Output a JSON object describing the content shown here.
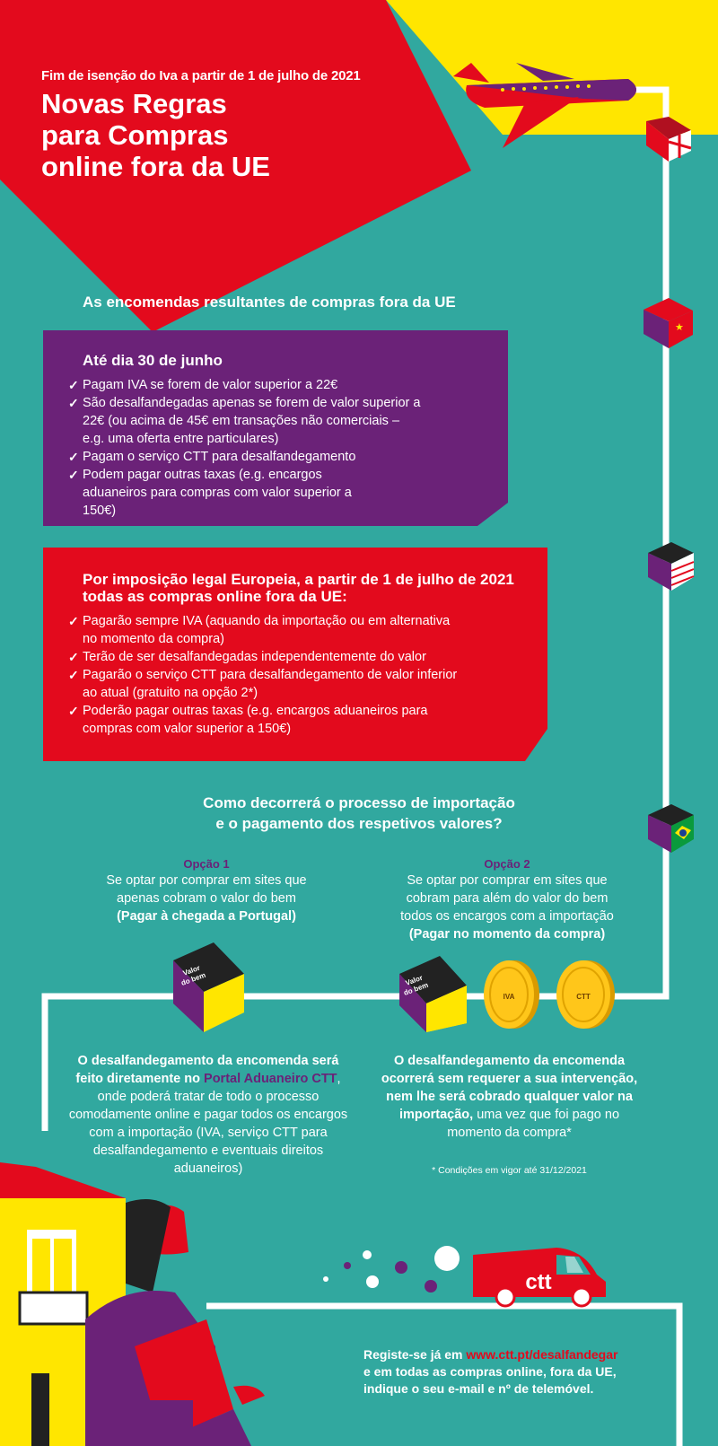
{
  "header": {
    "kicker": "Fim de isenção do Iva a partir de 1 de julho de 2021",
    "title_lines": [
      "Novas Regras",
      "para Compras",
      "online fora da UE"
    ]
  },
  "intro": "As encomendas resultantes de compras fora da UE",
  "box1": {
    "heading": "Até dia 30 de junho",
    "items": [
      "Pagam IVA se forem de valor superior a 22€",
      "São desalfandegadas apenas se forem de valor superior a 22€ (ou acima de 45€ em transações não comerciais – e.g. uma oferta entre particulares)",
      "Pagam o serviço CTT para desalfandegamento",
      "Podem pagar outras taxas (e.g. encargos aduaneiros para compras com valor superior a 150€)"
    ]
  },
  "box2": {
    "heading": "Por imposição legal Europeia, a partir de 1 de julho de 2021 todas as compras online fora da UE:",
    "items": [
      "Pagarão sempre IVA (aquando da importação ou em alternativa no momento da compra)",
      "Terão de ser desalfandegadas independentemente do valor",
      "Pagarão o serviço CTT para desalfandegamento de valor inferior ao atual (gratuito na opção 2*)",
      "Poderão pagar outras taxas (e.g. encargos aduaneiros para compras com valor superior a 150€)"
    ]
  },
  "question": {
    "line1": "Como decorrerá o processo de importação",
    "line2": "e o pagamento dos respetivos valores?"
  },
  "option1": {
    "label": "Opção 1",
    "line1": "Se optar por comprar em sites que",
    "line2": "apenas cobram o valor do bem",
    "bold": "(Pagar à chegada a Portugal)",
    "result_pre": "O desalfandegamento da encomenda será feito diretamente no",
    "result_link": "Portal Aduaneiro CTT",
    "result_post": ", onde poderá tratar de todo o processo comodamente online e pagar todos os encargos com a importação (IVA, serviço CTT para desalfandegamento e eventuais direitos aduaneiros)"
  },
  "option2": {
    "label": "Opção 2",
    "line1": "Se optar por comprar em sites que",
    "line2": "cobram para além do valor do bem",
    "line3": "todos os encargos com a importação",
    "bold": "(Pagar no momento da compra)",
    "result_bold": "O desalfandegamento da encomenda ocorrerá sem requerer a sua intervenção, nem lhe será cobrado qualquer valor na importação,",
    "result_post": " uma vez que foi pago no momento da compra*",
    "note": "* Condições em vigor até 31/12/2021"
  },
  "icons": {
    "box_label": "Valor do bem",
    "coin1": "IVA",
    "coin2": "CTT",
    "van_logo": "ctt"
  },
  "cta": {
    "pre": "Registe-se já em ",
    "url": "www.ctt.pt/desalfandegar",
    "line2": "e em todas as compras online, fora da UE,",
    "line3": "indique o seu e-mail e nº de telemóvel."
  },
  "colors": {
    "red": "#e30a1d",
    "purple": "#6b2278",
    "yellow": "#ffe600",
    "teal": "#31a89f"
  }
}
